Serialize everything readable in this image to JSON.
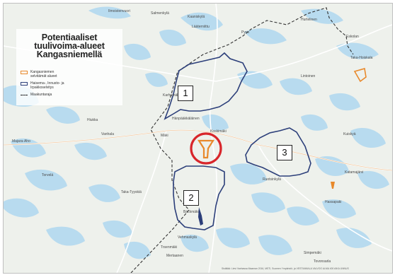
{
  "legend": {
    "title_line1": "Potentiaaliset",
    "title_line2": "tuulivoima-alueet",
    "title_line3": "Kangasniemellä",
    "items": [
      {
        "label_line1": "Kangasniemen",
        "label_line2": "selvitämät alueet",
        "color": "#e8892b"
      },
      {
        "label_line1": "Haisema-, Innusto- ja",
        "label_line2": "Irpakkoselvitys",
        "color": "#2c3f7a"
      },
      {
        "label_line1": "Maakuntaraja",
        "label_line2": "",
        "color": "#222222"
      }
    ]
  },
  "areas": [
    "1",
    "2",
    "3"
  ],
  "places": [
    "Ilmoistenvuori",
    "Salmenkylä",
    "Kaaniskylä",
    "Lääterniittu",
    "Pyyn",
    "Hurtelinen",
    "Eskolan",
    "Taka-Hoiskala",
    "Lintoinen",
    "Hänpääkkäläinen",
    "Karhumäki",
    "Hiukka",
    "Vanhala",
    "Majara-Aho",
    "Mäki",
    "Koskimäki",
    "Kuiskyä",
    "Torvelä",
    "Katamajärvi",
    "Taka-Tyyskiä",
    "Hassapaki",
    "Ruotsinkylä",
    "Bäckmäki",
    "Vehmaskylä",
    "Simpemäki",
    "Trsenmäki",
    "Mertaanen",
    "Tovonsarla"
  ],
  "credit": "Sisältää: Lievi Vanhassa Maaman 2016, MSTI, Suomen Ympäristö- ja VESTIAMIALA VALVOO ALMA 400 AIKA UNNUS",
  "colors": {
    "water": "#b8dbef",
    "land": "#eef1ec",
    "area_border": "#2c3f7a",
    "marker": "#e8892b",
    "circle": "#d8262b"
  }
}
